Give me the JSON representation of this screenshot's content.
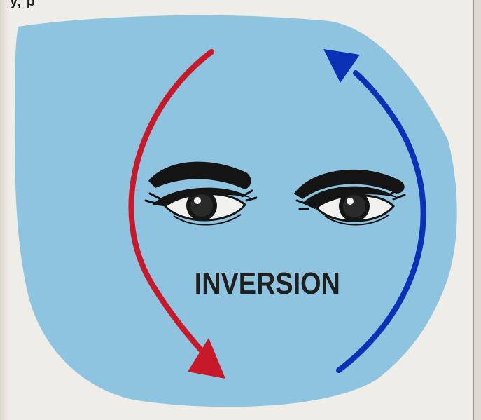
{
  "header_fragment": "y, p",
  "label": "INVERSION",
  "colors": {
    "blob": "#8fc4e1",
    "red_arrow": "#c8192a",
    "blue_arrow": "#0b32b6",
    "eye": "#141414"
  },
  "icons": {
    "left_eye": "eye-icon",
    "right_eye": "eye-icon",
    "down_arrow": "curved-arrow-down",
    "up_arrow": "curved-arrow-up"
  }
}
